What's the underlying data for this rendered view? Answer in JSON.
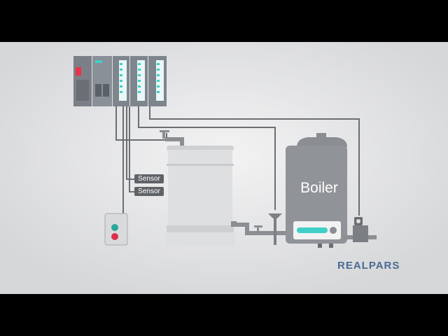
{
  "diagram": {
    "sensor_labels": [
      "Sensor",
      "Sensor"
    ],
    "boiler_label": "Boiler",
    "brand": "REALPARS",
    "colors": {
      "background": "#e9e9ea",
      "letterbox": "#000000",
      "wire": "#6b6e72",
      "tank": "#dedfe0",
      "boiler": "#909398",
      "plc_module": "#7e858d",
      "accent_cyan": "#3fd0c8",
      "brand": "#4a6a92"
    }
  }
}
